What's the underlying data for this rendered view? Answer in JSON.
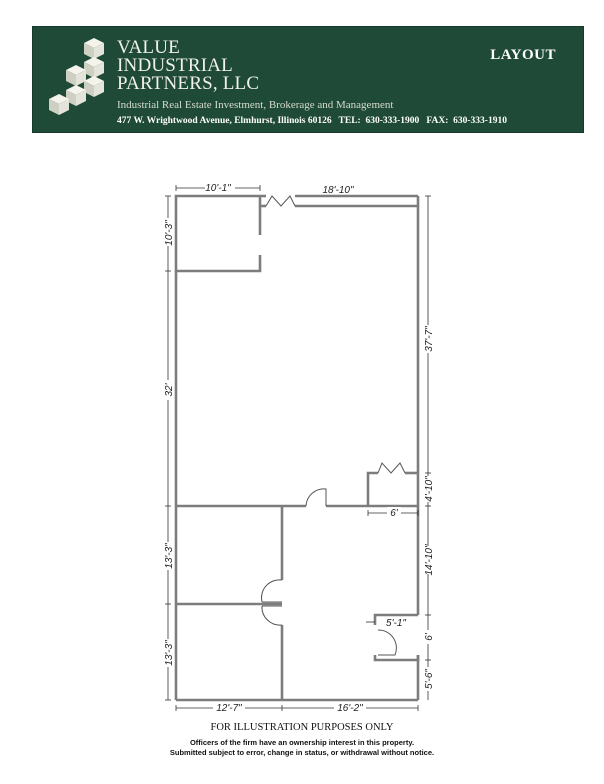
{
  "header": {
    "company_line1": "VALUE",
    "company_line2": "INDUSTRIAL",
    "company_line3": "PARTNERS, LLC",
    "tagline": "Industrial Real Estate Investment, Brokerage and Management",
    "address": "477 W. Wrightwood Avenue, Elmhurst, Illinois 60126   TEL:  630-333-1900   FAX:  630-333-1910",
    "page_title": "LAYOUT",
    "background_color": "#1f4a37",
    "logo_icon": "stacked-cubes-icon"
  },
  "floor_plan": {
    "dimensions": {
      "top_left_office_width": "10'-1\"",
      "top_right_width": "18'-10\"",
      "top_left_office_height": "10'-3\"",
      "left_warehouse_height": "32'",
      "right_upper_height": "37'-7\"",
      "right_small_room_height": "4'-10\"",
      "small_room_width": "6'",
      "left_office_1_height": "13'-3\"",
      "left_office_2_height": "13'-3\"",
      "right_lower_height": "14'-10\"",
      "restroom_width": "5'-1\"",
      "restroom_height": "6'",
      "bottom_right_height": "5'-6\"",
      "bottom_left_width": "12'-7\"",
      "bottom_right_width": "16'-2\""
    }
  },
  "footer": {
    "notice": "FOR ILLUSTRATION PURPOSES ONLY",
    "fineprint_line1": "Officers of the firm have an ownership interest in this property.",
    "fineprint_line2": "Submitted subject to error, change in status, or withdrawal without notice."
  }
}
